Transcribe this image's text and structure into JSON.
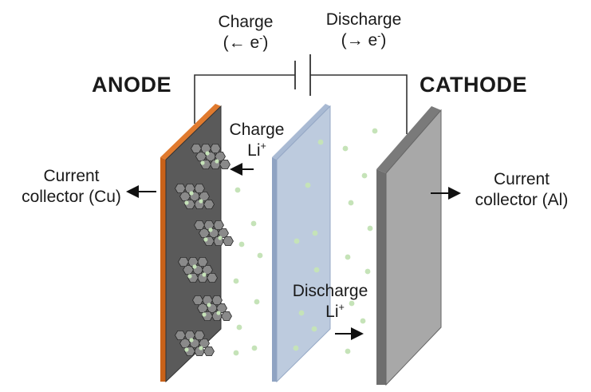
{
  "labels": {
    "charge_top": {
      "word": "Charge",
      "arrow_line": "(← e",
      "sup": "-",
      "close": ")"
    },
    "discharge_top": {
      "word": "Discharge",
      "arrow_line": "(→ e",
      "sup": "-",
      "close": ")"
    },
    "anode": "ANODE",
    "cathode": "CATHODE",
    "charge_li": {
      "word": "Charge",
      "ion": "Li",
      "sup": "+"
    },
    "discharge_li": {
      "word": "Discharge",
      "ion": "Li",
      "sup": "+"
    },
    "collector_cu": {
      "line1": "Current",
      "line2": "collector (Cu)"
    },
    "collector_al": {
      "line1": "Current",
      "line2": "collector (Al)"
    }
  },
  "colors": {
    "anode_face": "#5a5a5a",
    "anode_collector": "#e07a2e",
    "separator": "#b8c7dc",
    "separator_edge": "#8fa3c2",
    "cathode_face": "#a8a8a8",
    "cathode_edge": "#6e6e6e",
    "lithium_ion": "#c5e3b8",
    "hexagon_fill": "#8a8a8a",
    "wire": "#333333"
  }
}
